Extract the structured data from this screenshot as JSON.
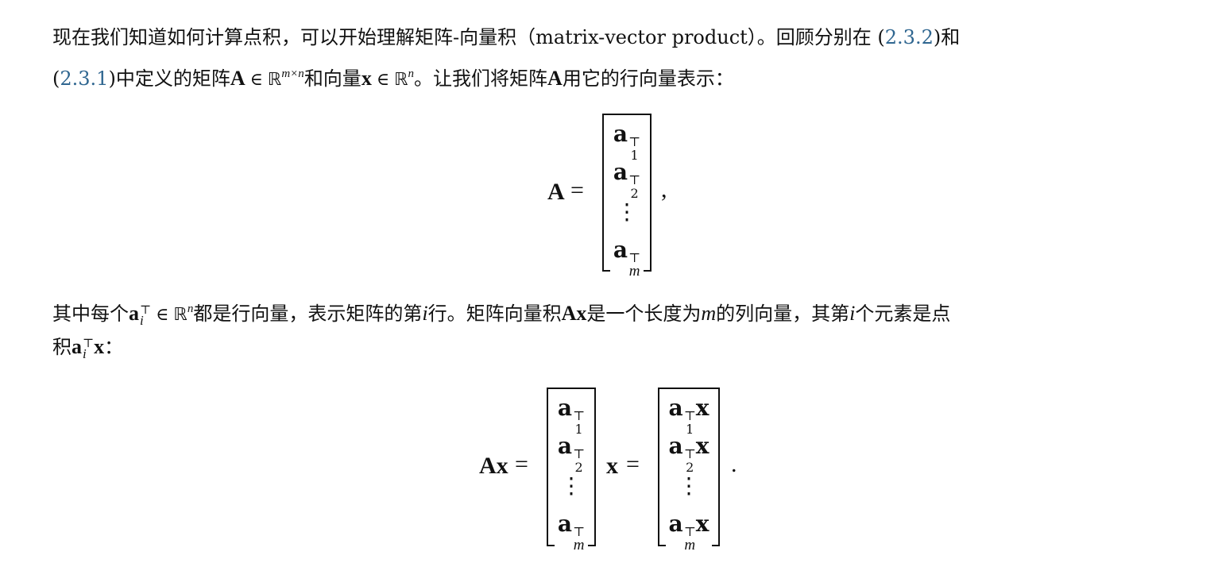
{
  "p1": {
    "l1_text": "现在我们知道如何计算点积，可以开始理解矩阵-向量积（matrix-vector product）。回顾分别在 (",
    "ref1": "2.3.2",
    "l1_end": ")和",
    "l2_start": "(",
    "ref2": "2.3.1",
    "l2_a": ")中定义的矩阵",
    "A": "A",
    "in": "∈",
    "R": "ℝ",
    "mxn": "m×n",
    "l2_b": "和向量",
    "x": "x",
    "n": "n",
    "l2_c": "。让我们将矩阵",
    "l2_d": "用它的行向量表示："
  },
  "eq1": {
    "lhs": "A",
    "eq": "=",
    "a": "a",
    "T": "⊤",
    "rows": [
      "1",
      "2",
      "m"
    ],
    "vdots": "⋮",
    "comma": ","
  },
  "p2": {
    "l3_a": "其中每个",
    "a": "a",
    "T": "⊤",
    "i": "i",
    "in": "∈",
    "R": "ℝ",
    "n": "n",
    "l3_b": "都是行向量，表示矩阵的第",
    "l3_c": "行。矩阵向量积",
    "Ax": "Ax",
    "l3_d": "是一个长度为",
    "m": "m",
    "l3_e": "的列向量，其第",
    "l3_f": "个元素是点",
    "l4_a": "积",
    "x": "x",
    "l4_b": "："
  },
  "eq2": {
    "lhs": "Ax",
    "eq": "=",
    "x": "x",
    "period": "."
  }
}
